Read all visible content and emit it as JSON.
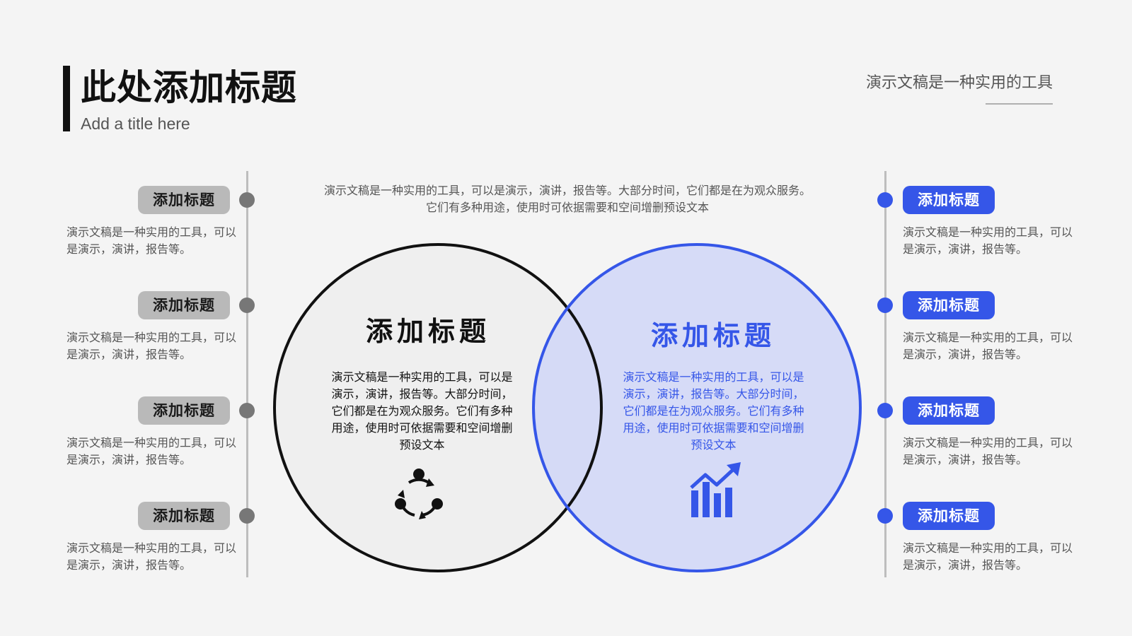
{
  "header": {
    "title": "此处添加标题",
    "subtitle": "Add a title here",
    "top_right_text": "演示文稿是一种实用的工具"
  },
  "intro_text": "演示文稿是一种实用的工具，可以是演示，演讲，报告等。大部分时间，它们都是在为观众服务。它们有多种用途，使用时可依据需要和空间增删预设文本",
  "left_items": [
    {
      "tag": "添加标题",
      "desc": "演示文稿是一种实用的工具，可以是演示，演讲，报告等。"
    },
    {
      "tag": "添加标题",
      "desc": "演示文稿是一种实用的工具，可以是演示，演讲，报告等。"
    },
    {
      "tag": "添加标题",
      "desc": "演示文稿是一种实用的工具，可以是演示，演讲，报告等。"
    },
    {
      "tag": "添加标题",
      "desc": "演示文稿是一种实用的工具，可以是演示，演讲，报告等。"
    }
  ],
  "right_items": [
    {
      "tag": "添加标题",
      "desc": "演示文稿是一种实用的工具，可以是演示，演讲，报告等。"
    },
    {
      "tag": "添加标题",
      "desc": "演示文稿是一种实用的工具，可以是演示，演讲，报告等。"
    },
    {
      "tag": "添加标题",
      "desc": "演示文稿是一种实用的工具，可以是演示，演讲，报告等。"
    },
    {
      "tag": "添加标题",
      "desc": "演示文稿是一种实用的工具，可以是演示，演讲，报告等。"
    }
  ],
  "circle_left": {
    "title": "添加标题",
    "desc": "演示文稿是一种实用的工具，可以是演示，演讲，报告等。大部分时间，它们都是在为观众服务。它们有多种用途，使用时可依据需要和空间增删预设文本",
    "icon": "cycle-icon"
  },
  "circle_right": {
    "title": "添加标题",
    "desc": "演示文稿是一种实用的工具，可以是演示，演讲，报告等。大部分时间，它们都是在为观众服务。它们有多种用途，使用时可依据需要和空间增删预设文本",
    "icon": "growth-chart-icon"
  },
  "colors": {
    "accent": "#3556e8",
    "accent_fill": "#d0d6f7",
    "neutral_fill": "#efefef",
    "dark": "#111111",
    "grey_tag": "#b9b9b9",
    "grey_dot": "#777777"
  }
}
